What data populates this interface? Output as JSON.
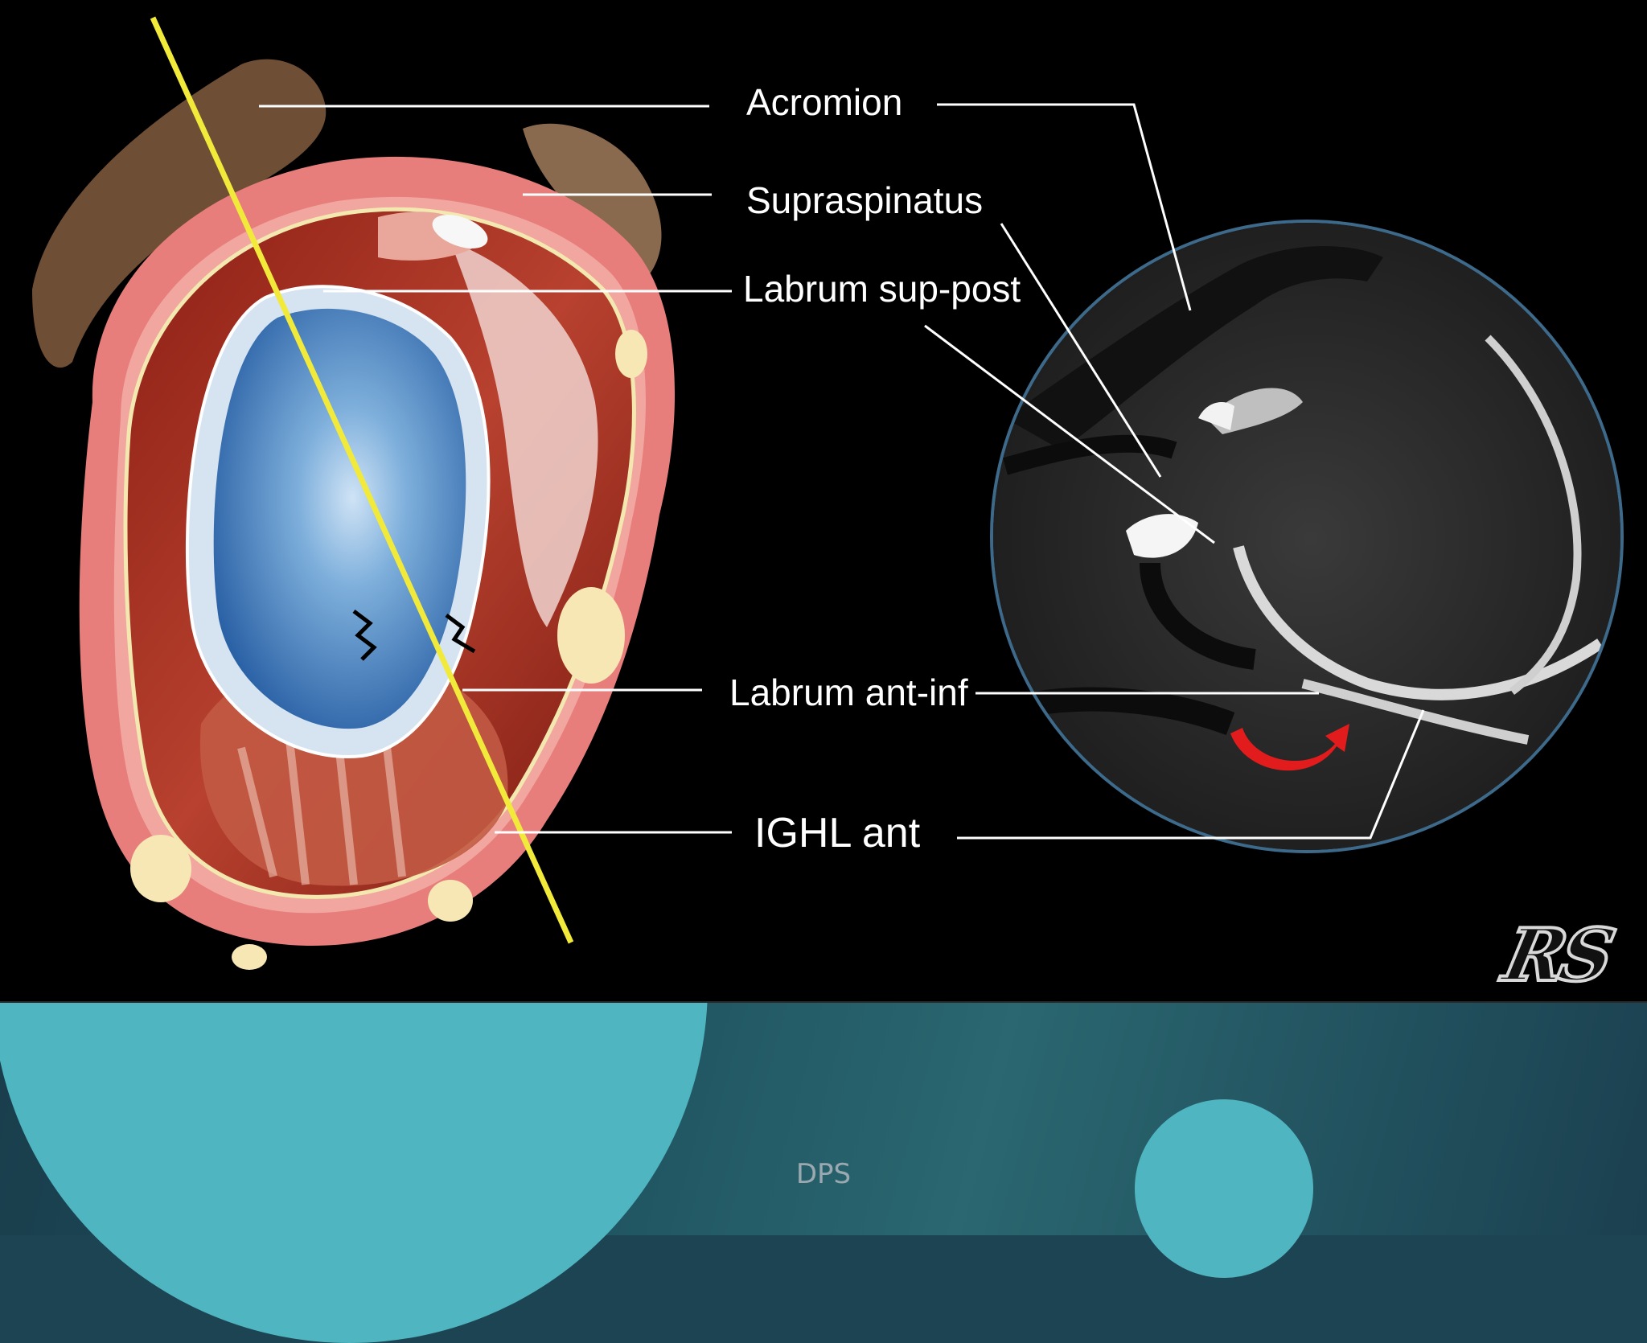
{
  "labels": {
    "acromion": "Acromion",
    "supraspinatus": "Supraspinatus",
    "labrum_sup_post": "Labrum sup-post",
    "labrum_ant_inf": "Labrum ant-inf",
    "ighl_ant": "IGHL ant"
  },
  "watermark": "RS",
  "footer": "DPS",
  "colors": {
    "line_yellow": "#f2ea3a",
    "accent_circle": "#4fb6c1",
    "arrow_red": "#e21c1c"
  }
}
